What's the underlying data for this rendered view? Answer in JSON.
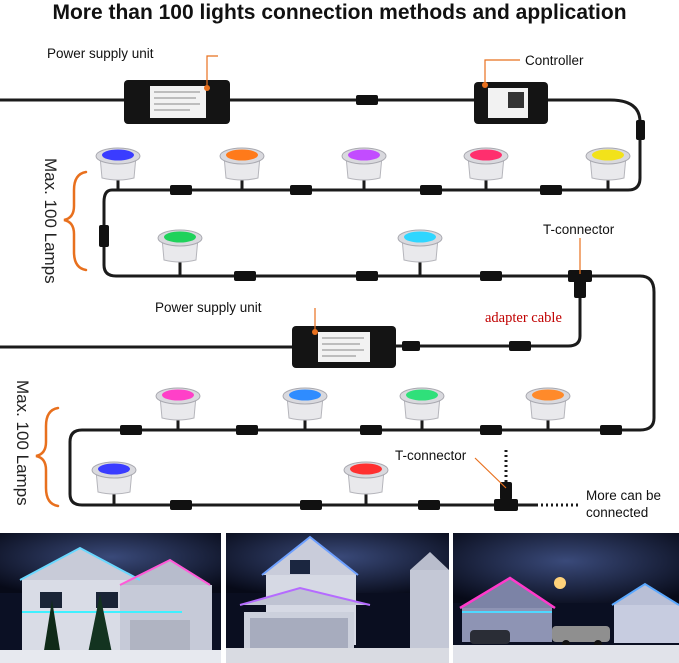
{
  "title": "More than 100 lights connection methods and application",
  "labels": {
    "psu_top": "Power supply unit",
    "controller": "Controller",
    "psu_mid": "Power supply unit",
    "t_connector_1": "T-connector",
    "t_connector_2": "T-connector",
    "adapter_cable": "adapter cable",
    "max_lamps_1": "Max. 100 Lamps",
    "max_lamps_2": "Max. 100 Lamps",
    "more_line1": "More can be",
    "more_line2": "connected"
  },
  "lamp_colors": {
    "row1": [
      "#3a3cff",
      "#ff7a1a",
      "#c24cff",
      "#ff2f6e",
      "#f2e21a"
    ],
    "row2": [
      "#1fd25b",
      "#2fd6ff"
    ],
    "row3": [
      "#ff40c8",
      "#2f8cff",
      "#2fe07a",
      "#ff8a2a"
    ],
    "row4": [
      "#3a3cff",
      "#ff3030"
    ]
  },
  "colors": {
    "cable": "#1b1b1b",
    "bracket": "#e8701e",
    "adapter_text": "#c00000"
  },
  "photos": [
    "house-night-photo-1",
    "house-night-photo-2",
    "house-night-photo-3"
  ]
}
